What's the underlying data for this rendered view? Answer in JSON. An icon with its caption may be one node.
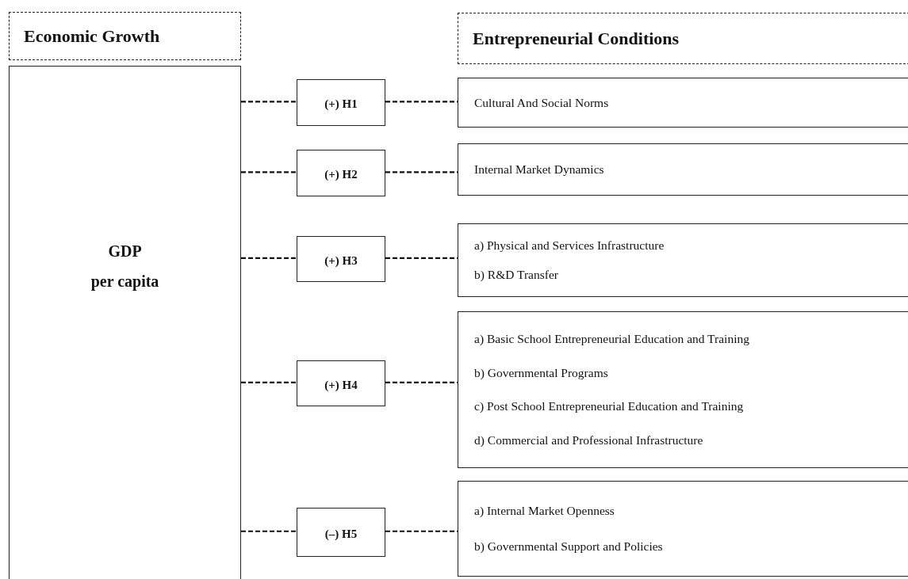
{
  "diagram": {
    "nodes": [
      {
        "text": [
          "Economic Growth"
        ]
      },
      {
        "text": [
          "GDP",
          "per capita"
        ]
      },
      {
        "text": [
          "Entrepreneurial Conditions"
        ]
      },
      {
        "text": [
          "(+) H1"
        ]
      },
      {
        "text": [
          "(+) H2"
        ]
      },
      {
        "text": [
          "(+) H3"
        ]
      },
      {
        "text": [
          "(+) H4"
        ]
      },
      {
        "text": [
          "(–) H5"
        ]
      },
      {
        "text": [
          "Cultural And Social Norms"
        ]
      },
      {
        "text": [
          "Internal Market Dynamics"
        ]
      },
      {
        "text": [
          "a) Physical and Services Infrastructure",
          "b) R&D Transfer"
        ]
      },
      {
        "text": [
          "a) Basic School Entrepreneurial Education and Training",
          "b) Governmental Programs",
          "c) Post School Entrepreneurial Education and Training",
          "d) Commercial and Professional Infrastructure"
        ]
      },
      {
        "text": [
          "a) Internal Market Openness",
          "b) Governmental Support and Policies"
        ]
      }
    ],
    "edges": [
      {
        "from": 1,
        "to": 3,
        "arrow": "none",
        "style": "dashed"
      },
      {
        "from": 3,
        "to": 8,
        "arrow": "none",
        "style": "dashed"
      },
      {
        "from": 1,
        "to": 4,
        "arrow": "none",
        "style": "dashed"
      },
      {
        "from": 4,
        "to": 9,
        "arrow": "none",
        "style": "dashed"
      },
      {
        "from": 1,
        "to": 5,
        "arrow": "none",
        "style": "dashed"
      },
      {
        "from": 5,
        "to": 10,
        "arrow": "none",
        "style": "dashed"
      },
      {
        "from": 1,
        "to": 6,
        "arrow": "none",
        "style": "dashed"
      },
      {
        "from": 6,
        "to": 11,
        "arrow": "none",
        "style": "dashed"
      },
      {
        "from": 1,
        "to": 7,
        "arrow": "none",
        "style": "dashed"
      },
      {
        "from": 7,
        "to": 12,
        "arrow": "none",
        "style": "dashed"
      }
    ]
  }
}
